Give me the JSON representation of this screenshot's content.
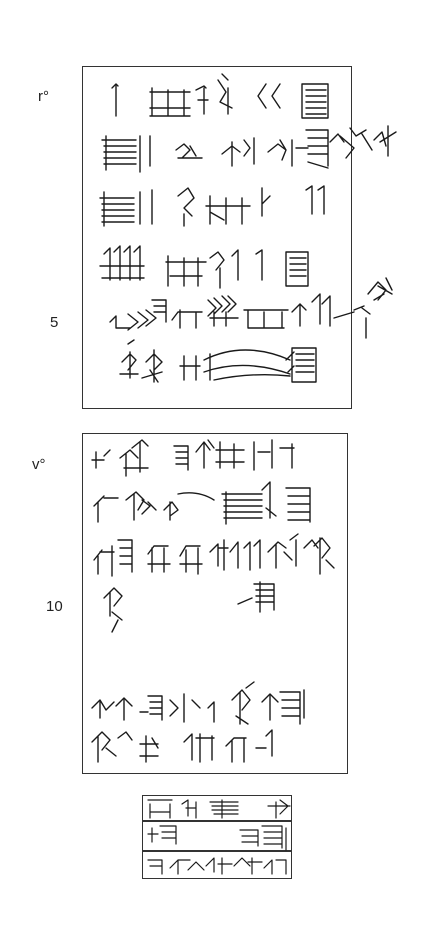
{
  "labels": {
    "obverse": "r°",
    "line5": "5",
    "reverse": "v°",
    "line10": "10"
  },
  "colors": {
    "ink": "#1a1a1a",
    "background": "#ffffff"
  }
}
